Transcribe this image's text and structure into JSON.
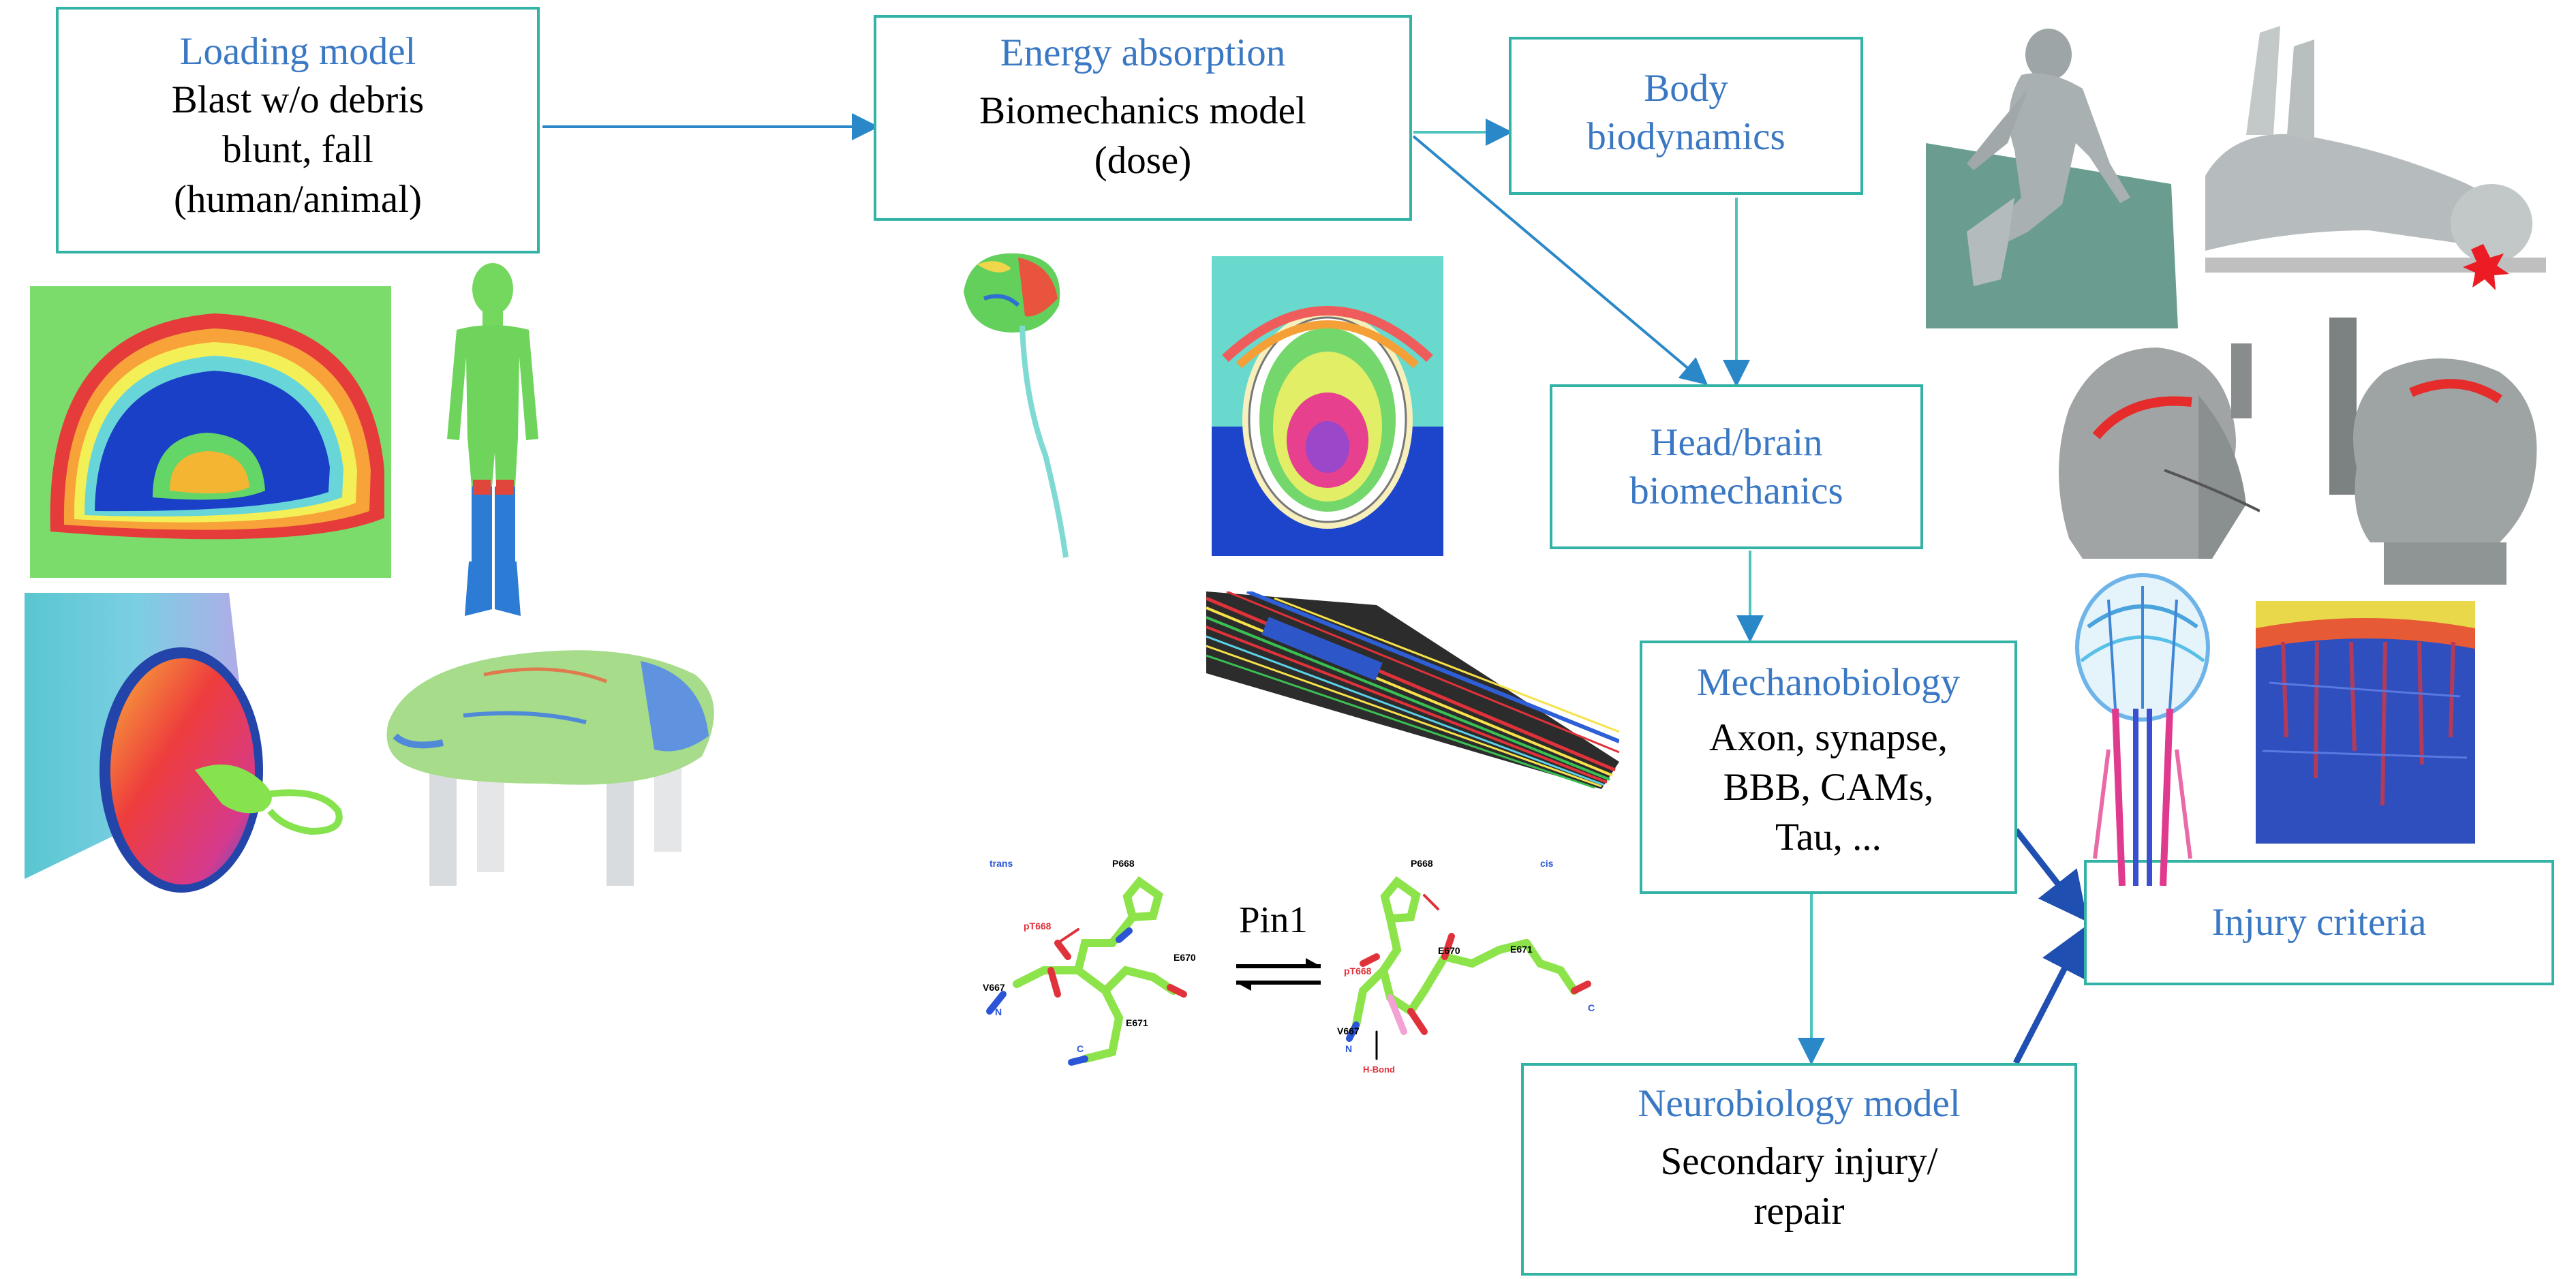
{
  "boxes": {
    "loading": {
      "title": "Loading model",
      "lines": [
        "Blast w/o debris",
        "blunt, fall",
        "(human/animal)"
      ]
    },
    "energy": {
      "title": "Energy absorption",
      "lines": [
        "Biomechanics model",
        "(dose)"
      ]
    },
    "body": {
      "title_lines": [
        "Body",
        "biodynamics"
      ]
    },
    "head": {
      "title_lines": [
        "Head/brain",
        "biomechanics"
      ]
    },
    "mechano": {
      "title": "Mechanobiology",
      "lines": [
        "Axon, synapse,",
        "BBB, CAMs,",
        "Tau, ..."
      ]
    },
    "neuro": {
      "title": "Neurobiology model",
      "lines": [
        "Secondary injury/",
        "repair"
      ]
    },
    "injury": {
      "title": "Injury criteria"
    }
  },
  "pin1": {
    "label": "Pin1"
  },
  "molecule_labels": {
    "left": {
      "trans": "trans",
      "P668": "P668",
      "pT668": "pT668",
      "E670": "E670",
      "V667": "V667",
      "E671": "E671",
      "N": "N",
      "C": "C"
    },
    "right": {
      "cis": "cis",
      "P668": "P668",
      "pT668": "pT668",
      "E670": "E670",
      "E671": "E671",
      "V667": "V667",
      "N": "N",
      "C": "C",
      "hbond": "H-Bond"
    }
  },
  "colors": {
    "box_border": "#33b3a6",
    "title_blue": "#3a78c3",
    "arrow_teal": "#4fc3bd",
    "arrow_blue": "#2a88c9",
    "arrow_dark_blue": "#1f4fb0"
  },
  "icons": [
    "half-sphere-blast-heatmap",
    "human-body-fe-model",
    "shock-tube-rat-model",
    "pig-fe-model",
    "brain-stem-model",
    "head-cross-section-heatmap",
    "axon-fiber-bundle-model",
    "trans-molecule-structure",
    "equilibrium-arrows-icon",
    "cis-molecule-structure",
    "crouching-man-model",
    "supine-man-impact-model",
    "head-strain-left-model",
    "head-strain-right-model",
    "head-neck-vasculature-model",
    "cortical-tissue-model"
  ]
}
